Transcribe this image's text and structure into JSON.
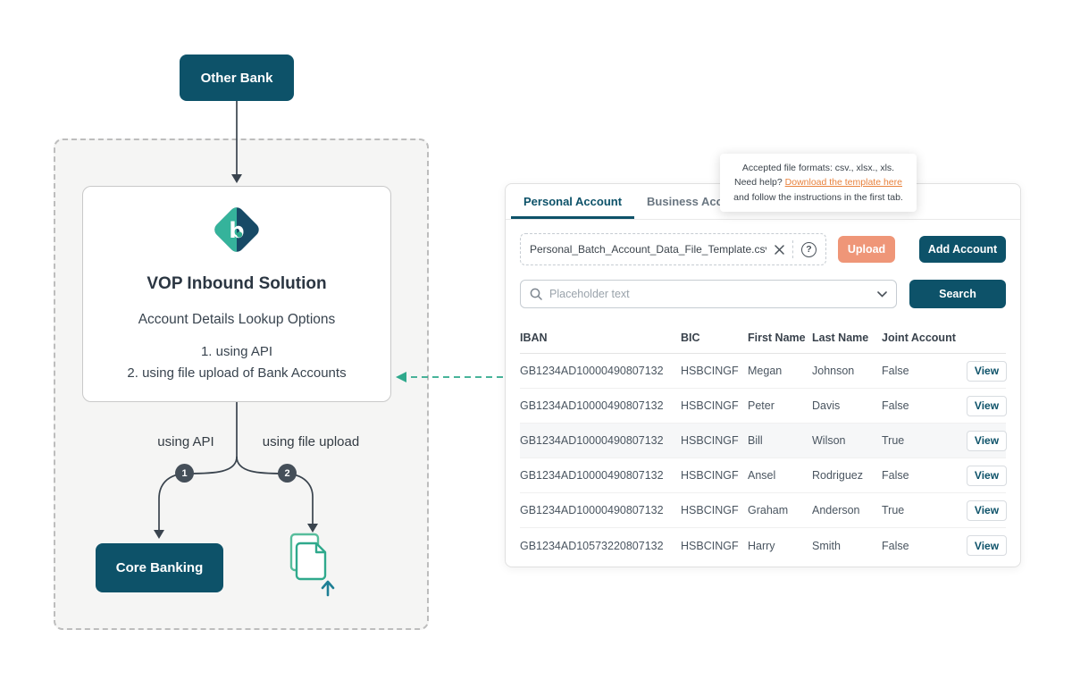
{
  "diagram": {
    "other_bank_label": "Other Bank",
    "core_banking_label": "Core Banking",
    "solution_card": {
      "logo_letter": "b",
      "title": "VOP Inbound Solution",
      "subtitle": "Account Details Lookup Options",
      "options": [
        "1. using API",
        "2. using file upload of Bank Accounts"
      ]
    },
    "branches": [
      {
        "label": "using API",
        "badge": "1"
      },
      {
        "label": "using file upload",
        "badge": "2"
      }
    ]
  },
  "panel": {
    "tabs": [
      {
        "label": "Personal Account"
      },
      {
        "label": "Business Account"
      }
    ],
    "tooltip": {
      "line1": "Accepted file formats: csv., xlsx., xls.",
      "pre_link": "Need help? ",
      "link_text": "Download the template here",
      "post_link": " and follow the instructions in the first tab."
    },
    "file_upload": {
      "filename": "Personal_Batch_Account_Data_File_Template.csv",
      "help_glyph": "?",
      "upload_label": "Upload",
      "add_account_label": "Add Account"
    },
    "search": {
      "placeholder": "Placeholder text",
      "button_label": "Search"
    },
    "table": {
      "headers": [
        "IBAN",
        "BIC",
        "First Name",
        "Last Name",
        "Joint Account"
      ],
      "view_label": "View",
      "rows": [
        {
          "iban": "GB1234AD10000490807132",
          "bic": "HSBCINGF",
          "first_name": "Megan",
          "last_name": "Johnson",
          "joint": "False"
        },
        {
          "iban": "GB1234AD10000490807132",
          "bic": "HSBCINGF",
          "first_name": "Peter",
          "last_name": "Davis",
          "joint": "False"
        },
        {
          "iban": "GB1234AD10000490807132",
          "bic": "HSBCINGF",
          "first_name": "Bill",
          "last_name": "Wilson",
          "joint": "True"
        },
        {
          "iban": "GB1234AD10000490807132",
          "bic": "HSBCINGF",
          "first_name": "Ansel",
          "last_name": "Rodriguez",
          "joint": "False"
        },
        {
          "iban": "GB1234AD10000490807132",
          "bic": "HSBCINGF",
          "first_name": "Graham",
          "last_name": "Anderson",
          "joint": "True"
        },
        {
          "iban": "GB1234AD10573220807132",
          "bic": "HSBCINGF",
          "first_name": "Harry",
          "last_name": "Smith",
          "joint": "False"
        }
      ]
    }
  },
  "colors": {
    "teal_dark": "#0d5269",
    "salmon": "#ef9678",
    "green": "#2fa98c",
    "link_orange": "#e8823d",
    "logo_teal": "#35b39b",
    "logo_navy": "#174a66"
  }
}
